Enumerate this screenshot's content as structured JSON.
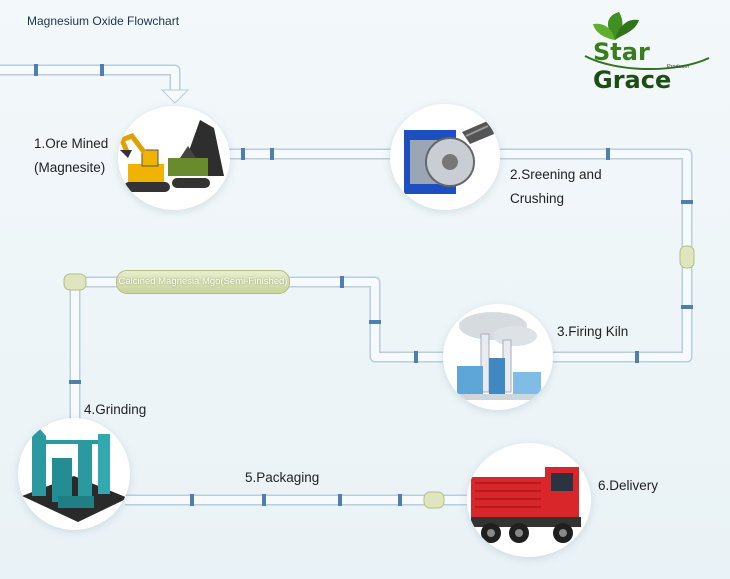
{
  "title": "Magnesium Oxide Flowchart",
  "logo": {
    "word1": "Star",
    "word2": "Grace",
    "tagline": "Producer",
    "color_star": "#3a7d1f",
    "color_grace": "#1e4d14"
  },
  "intermediate_product": "Calcined Magnesia Mgo(Semi-Finished)",
  "steps": [
    {
      "line1": "1.Ore Mined",
      "line2": "(Magnesite)",
      "icon": "excavator-icon"
    },
    {
      "line1": "2.Sreening and",
      "line2": "Crushing",
      "icon": "crusher-machine-icon"
    },
    {
      "line1": "3.Firing Kiln",
      "line2": "",
      "icon": "kiln-factory-icon"
    },
    {
      "line1": "4.Grinding",
      "line2": "",
      "icon": "grinding-mill-icon"
    },
    {
      "line1": "5.Packaging",
      "line2": "",
      "icon": "packaging-pipe"
    },
    {
      "line1": "6.Delivery",
      "line2": "",
      "icon": "delivery-truck-icon"
    }
  ],
  "colors": {
    "pipe": "#f4f9fc",
    "pipe_edge": "#b7cedd",
    "pipe_joint": "#5a86b4",
    "truck_cab": "#d9262b",
    "machine": "#2a9aa0"
  }
}
